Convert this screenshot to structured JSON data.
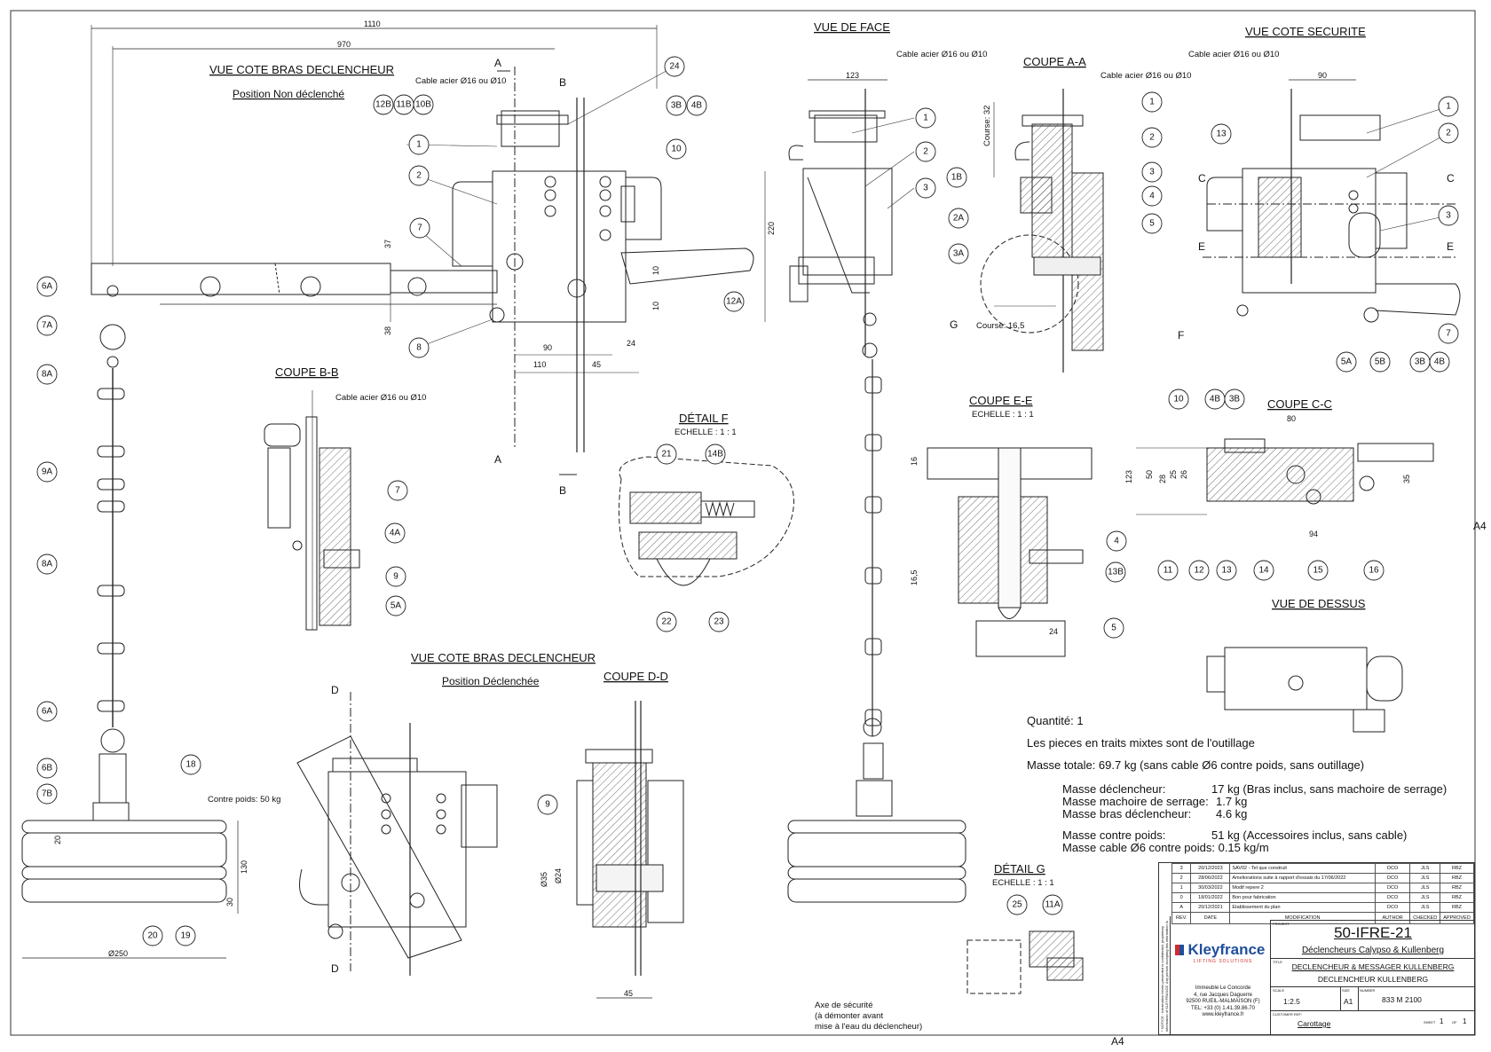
{
  "views": {
    "left_title": "VUE COTE BRAS DECLENCHEUR",
    "left_sub": "Position Non déclenché",
    "left2_title": "VUE COTE BRAS DECLENCHEUR",
    "left2_sub": "Position Déclenchée",
    "coupe_bb": "COUPE B-B",
    "coupe_dd": "COUPE D-D",
    "detail_f": "DÉTAIL F",
    "detail_f_scale": "ECHELLE : 1 : 1",
    "vue_face": "VUE DE FACE",
    "coupe_aa": "COUPE A-A",
    "vue_securite": "VUE COTE SECURITE",
    "coupe_ee": "COUPE E-E",
    "coupe_ee_scale": "ECHELLE : 1 : 1",
    "coupe_cc": "COUPE C-C",
    "vue_dessus": "VUE DE DESSUS",
    "detail_g": "DÉTAIL G",
    "detail_g_scale": "ECHELLE : 1 : 1"
  },
  "annotations": {
    "cable1": "Cable acier Ø16 ou Ø10",
    "cable2": "Cable acier Ø16 ou Ø10",
    "cable3": "Cable acier Ø16 ou Ø10",
    "cable4": "Cable acier Ø16 ou Ø10",
    "cable5": "Cable acier Ø16 ou Ø10",
    "contre_poids": "Contre poids: 50 kg",
    "course32": "Course: 32",
    "course165": "Course: 16,5",
    "axe1": "Axe de sécurité",
    "axe2": "(à démonter avant",
    "axe3": "mise à l'eau du déclencheur)",
    "a4_right": "A4",
    "a4_bottom": "A4"
  },
  "dims": [
    "1110",
    "970",
    "220",
    "37",
    "38",
    "90",
    "110",
    "45",
    "24",
    "10",
    "10",
    "123",
    "90",
    "80",
    "123",
    "50",
    "28",
    "25",
    "26",
    "35",
    "94",
    "16",
    "16,5",
    "24",
    "130",
    "30",
    "20",
    "Ø250",
    "Ø35",
    "Ø24",
    "45"
  ],
  "section_letters": [
    "A",
    "B",
    "A",
    "B",
    "C",
    "C",
    "E",
    "E",
    "F",
    "G",
    "D",
    "D"
  ],
  "bubbles": [
    "12B",
    "11B",
    "10B",
    "1",
    "2",
    "7",
    "8",
    "24",
    "3B",
    "4B",
    "10",
    "12A",
    "6A",
    "7A",
    "8A",
    "9A",
    "8A",
    "6A",
    "6B",
    "7B",
    "18",
    "20",
    "19",
    "7",
    "4A",
    "9",
    "5A",
    "21",
    "14B",
    "22",
    "23",
    "9",
    "1",
    "2",
    "3",
    "1",
    "2",
    "3",
    "4",
    "5",
    "1B",
    "2A",
    "3A",
    "1",
    "2",
    "3",
    "13",
    "7",
    "5A",
    "5B",
    "3B",
    "4B",
    "10",
    "4B",
    "3B",
    "11",
    "12",
    "13",
    "14",
    "15",
    "16",
    "4",
    "13B",
    "5",
    "25",
    "11A"
  ],
  "notes": {
    "quantite": "Quantité: 1",
    "traits": "Les pieces en traits mixtes sont de l'outillage",
    "masse_totale": "Masse totale: 69.7 kg (sans cable Ø6 contre poids, sans outillage)",
    "m1_label": "Masse déclencheur:",
    "m1_value": "17 kg (Bras inclus, sans machoire de serrage)",
    "m2_label": "Masse machoire de serrage:",
    "m2_value": "1.7 kg",
    "m3_label": "Masse bras déclencheur:",
    "m3_value": "4.6 kg",
    "m4_label": "Masse contre poids:",
    "m4_value": "51 kg (Accessoires inclus, sans cable)",
    "m5": "Masse cable Ø6 contre poids: 0.15 kg/m"
  },
  "revisions": [
    [
      "3",
      "20/12/2023",
      "SAV02 - Tel que construit",
      "DCO",
      "JLS",
      "RBZ"
    ],
    [
      "2",
      "28/06/2022",
      "Ameliorations suite à rapport d'essais du 17/06/2022",
      "DCO",
      "JLS",
      "RBZ"
    ],
    [
      "1",
      "30/03/2022",
      "Modif repere 2",
      "DCO",
      "JLS",
      "RBZ"
    ],
    [
      "0",
      "18/01/2022",
      "Bon pour fabrication",
      "DCO",
      "JLS",
      "RBZ"
    ],
    [
      "A",
      "20/12/2021",
      "Etablissement du plan",
      "DCO",
      "JLS",
      "RBZ"
    ]
  ],
  "rev_headers": [
    "REV.",
    "DATE",
    "MODIFICATION",
    "AUTHOR",
    "CHECKED",
    "APPROVED"
  ],
  "titleblock": {
    "project_label": "PROJECT",
    "project": "50-IFRE-21",
    "project_sub": "Déclencheurs Calypso & Kullenberg",
    "title_label": "TITLE",
    "title1": "DECLENCHEUR & MESSAGER KULLENBERG",
    "title2": "DECLENCHEUR KULLENBERG",
    "logo": "Kleyfrance",
    "logo_sub": "LIFTING SOLUTIONS",
    "addr1": "Immeuble Le Concorde",
    "addr2": "4, rue Jacques Daguerre",
    "addr3": "92500 RUEIL-MALMAISON (F)",
    "addr4": "TEL: +33 (0) 1.41.39.86.70",
    "addr5": "www.kleyfrance.fr",
    "scale_label": "SCALE",
    "scale": "1:2.5",
    "size_label": "SIZE",
    "size": "A1",
    "number_label": "NUMBER",
    "number": "833 M 2100",
    "customer_label": "CUSTOMER REF:",
    "customer": "Carottage",
    "sheet_label": "SHEET",
    "sheet": "1",
    "of_label": "OF",
    "of": "1",
    "notice": "* NOTICE : Information herein presented is confidential, proprietary information of KLEYFRANCE. Any person accepting this information is requested to respect the owner's confidentiality and to make no disclosure, copies and its use without the express written authorization by KLEYFRANCE and is to return this upon on request"
  },
  "colors": {
    "line": "#222222",
    "logo_blue": "#1f4e9c",
    "logo_red": "#d22b2b"
  }
}
